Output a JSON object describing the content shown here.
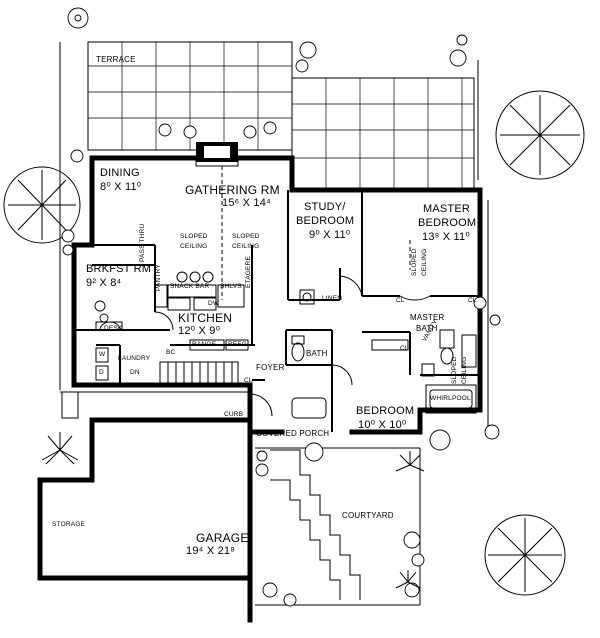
{
  "rooms": {
    "terrace": "TERRACE",
    "dining": "DINING",
    "dining_dim": "8⁰ X 11⁰",
    "gathering": "GATHERING  RM",
    "gathering_dim": "15⁶ X 14⁴",
    "study": "STUDY/",
    "study2": "BEDROOM",
    "study_dim": "9⁰ X 11⁰",
    "master": "MASTER",
    "master2": "BEDROOM",
    "master_dim": "13⁸ X 11⁰",
    "brkfst": "BRKFST  RM",
    "brkfst_dim": "9² X 8⁴",
    "kitchen": "KITCHEN",
    "kitchen_dim": "12⁰ X 9⁰",
    "master_bath": "MASTER",
    "master_bath2": "BATH",
    "bath": "BATH",
    "foyer": "FOYER",
    "laundry": "LAUNDRY",
    "bedroom": "BEDROOM",
    "bedroom_dim": "10⁰ X 10⁰",
    "covered_porch": "COVERED PORCH",
    "courtyard": "COURTYARD",
    "storage": "STORAGE",
    "garage": "GARAGE",
    "garage_dim": "19⁴ X 21⁸"
  },
  "fixtures": {
    "snack_bar": "SNACK BAR",
    "shlvs": "SHLVS",
    "pantry": "PANTRY",
    "dw": "DW",
    "desk": "DESK",
    "range": "RANGE",
    "refg": "REFG",
    "linen": "LINEN",
    "whirlpool": "WHIRLPOOL",
    "vanity": "VANITY",
    "curb": "CURB",
    "dn": "DN",
    "cl1": "CL",
    "cl2": "CL",
    "cl3": "CL",
    "cl4": "CL",
    "bc": "BC",
    "etagere": "ETAGERE",
    "pass_thru": "PASS THRU",
    "sloped1": "SLOPED",
    "ceiling1": "CEILING",
    "sloped2": "SLOPED",
    "ceiling2": "CEILING",
    "sloped3": "SLOPED",
    "ceiling3": "CEILING",
    "sloped4": "SLOPED",
    "ceiling4": "CEILING",
    "w": "W",
    "d": "D"
  }
}
